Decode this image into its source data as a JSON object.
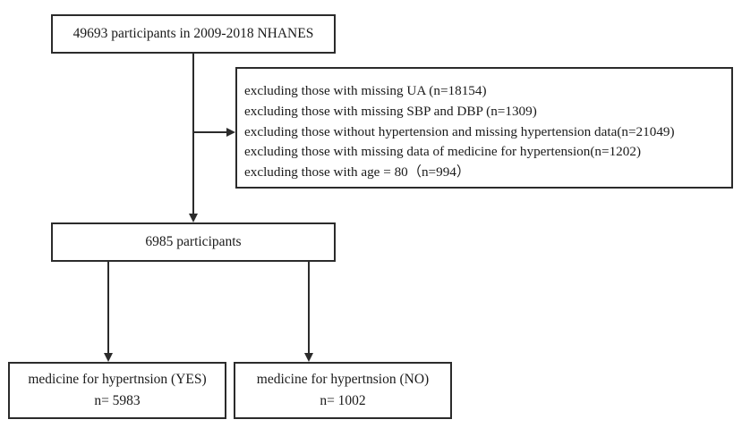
{
  "flowchart": {
    "source_box": {
      "text": "49693 participants in 2009-2018 NHANES"
    },
    "exclusion_box": {
      "lines": [
        "excluding those with missing UA (n=18154)",
        "excluding those with missing SBP and DBP (n=1309)",
        "excluding those without hypertension and missing hypertension data(n=21049)",
        "excluding those with missing data of medicine for hypertension(n=1202)",
        "excluding those with age = 80（n=994）"
      ]
    },
    "analytic_box": {
      "text": "6985 participants"
    },
    "outcome_yes_box": {
      "label": "medicine for hypertnsion (YES)",
      "count": "n= 5983"
    },
    "outcome_no_box": {
      "label": "medicine for hypertnsion (NO)",
      "count": "n= 1002"
    }
  },
  "colors": {
    "line": "#2b2b2b",
    "background": "#ffffff",
    "text": "#1a1a1a"
  }
}
